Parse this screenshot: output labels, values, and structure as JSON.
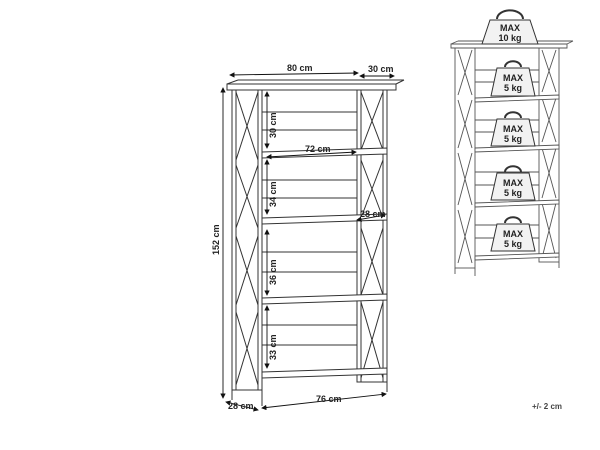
{
  "dimensions": {
    "top_width": "80 cm",
    "top_depth": "30 cm",
    "height": "152 cm",
    "shelf_inner_width": "72 cm",
    "shelf_depth": "28 cm",
    "base_width": "76 cm",
    "base_depth": "28 cm",
    "gap_1": "30 cm",
    "gap_2": "34 cm",
    "gap_3": "36 cm",
    "gap_4": "33 cm"
  },
  "weights": {
    "top": {
      "label": "MAX",
      "value": "10 kg"
    },
    "shelf_1": {
      "label": "MAX",
      "value": "5 kg"
    },
    "shelf_2": {
      "label": "MAX",
      "value": "5 kg"
    },
    "shelf_3": {
      "label": "MAX",
      "value": "5 kg"
    },
    "shelf_4": {
      "label": "MAX",
      "value": "5 kg"
    }
  },
  "tolerance": "+/- 2 cm",
  "colors": {
    "line": "#333333",
    "dim": "#111111",
    "weight_fill": "#f2f2f2"
  }
}
